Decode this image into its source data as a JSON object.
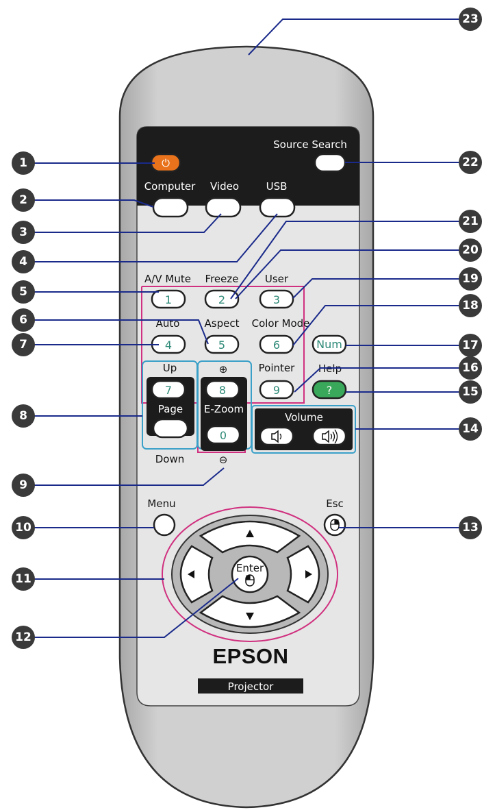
{
  "remote": {
    "source_search": "Source Search",
    "computer": "Computer",
    "video": "Video",
    "usb": "USB",
    "av_mute": "A/V Mute",
    "freeze": "Freeze",
    "user": "User",
    "auto": "Auto",
    "aspect": "Aspect",
    "color_mode": "Color Mode",
    "up": "Up",
    "pointer": "Pointer",
    "help": "Help",
    "page": "Page",
    "down": "Down",
    "ezoom": "E-Zoom",
    "volume": "Volume",
    "menu": "Menu",
    "esc": "Esc",
    "enter": "Enter",
    "num": "Num",
    "help_glyph": "?",
    "zoom_in_glyph": "⊕",
    "zoom_out_glyph": "⊖",
    "brand": "EPSON",
    "product": "Projector",
    "digits": [
      "1",
      "2",
      "3",
      "4",
      "5",
      "6",
      "7",
      "8",
      "9",
      "0"
    ]
  },
  "callouts": [
    "1",
    "2",
    "3",
    "4",
    "5",
    "6",
    "7",
    "8",
    "9",
    "10",
    "11",
    "12",
    "13",
    "14",
    "15",
    "16",
    "17",
    "18",
    "19",
    "20",
    "21",
    "22",
    "23"
  ],
  "colors": {
    "body": "#c8c8c8",
    "panel": "#e4e4e4",
    "black_band": "#1c1c1c",
    "power": "#e8731c",
    "help_button": "#3aa85a",
    "magenta_outline": "#d0307f",
    "cyan_outline": "#3aa0c8",
    "callout_circle": "#3a3a3a",
    "callout_line": "#1a2a8a"
  }
}
